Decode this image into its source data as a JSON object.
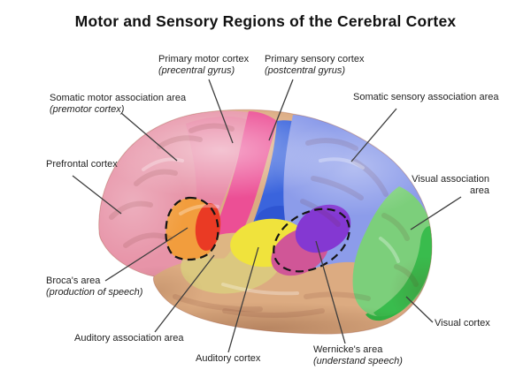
{
  "title": "Motor and Sensory Regions of the Cerebral Cortex",
  "diagram": {
    "labels": {
      "primary_motor": {
        "line1": "Primary motor cortex",
        "line2": "(precentral gyrus)"
      },
      "primary_sensory": {
        "line1": "Primary sensory cortex",
        "line2": "(postcentral gyrus)"
      },
      "somatic_motor": {
        "line1": "Somatic motor association area",
        "line2": "(premotor cortex)"
      },
      "somatic_sensory": {
        "line1": "Somatic sensory association area"
      },
      "prefrontal": {
        "line1": "Prefrontal cortex"
      },
      "visual_association": {
        "line1": "Visual association",
        "line2": "area"
      },
      "broca": {
        "line1": "Broca's area",
        "line2": "(production of speech)"
      },
      "auditory_association": {
        "line1": "Auditory association area"
      },
      "auditory": {
        "line1": "Auditory cortex"
      },
      "wernicke": {
        "line1": "Wernicke's area",
        "line2": "(understand speech)"
      },
      "visual": {
        "line1": "Visual cortex"
      }
    },
    "colors": {
      "background": "#ffffff",
      "title_text": "#111111",
      "label_text": "#222222",
      "leader_line": "#3d3d3d",
      "dashed_outline": "#151515",
      "frontal_pink": "#e794a8",
      "premotor_pink": "#e97ca2",
      "motor_magenta": "#ec4f95",
      "sensory_blue": "#3a64dd",
      "sensory_blue_deep": "#2e55d2",
      "parietal_periwinkle": "#8c9cea",
      "temporal_tan": "#dcab81",
      "auditory_yellow": "#f0e33c",
      "auditory_assoc_yellow": "#dbcf7e",
      "wernicke_purple": "#8438d2",
      "wernicke_magenta": "#d05697",
      "broca_orange": "#f29d3d",
      "broca_red": "#ea3a24",
      "visual_assoc_green": "#7ccf7b",
      "visual_green": "#2eb845"
    }
  }
}
